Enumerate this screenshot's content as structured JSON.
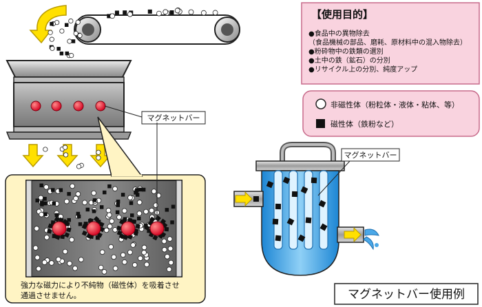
{
  "purpose_box": {
    "title": "【使用目的】",
    "items": [
      "●食品中の異物除去",
      "（食品機械の部品、磨耗、原材料中の混入物除去）",
      "●粉砕物中の鉄類の選別",
      "●土中の鉄（鉱石）の分別",
      "●リサイクル上の分別、純度アップ"
    ],
    "fill": "#f9d3df",
    "stroke": "#c76a8a"
  },
  "legend": {
    "non_magnetic": "非磁性体（粉粒体・液体・粘体、等）",
    "magnetic": "磁性体（鉄粉など）",
    "fill": "#f9d3df"
  },
  "labels": {
    "magnet_bar_top": "マグネットバー",
    "magnet_bar_tank": "マグネットバー",
    "caption": "強力な磁力により不純物（磁性体）を吸着させ\n通過させません。",
    "title": "マグネットバー使用例"
  },
  "colors": {
    "arrow": "#ffe000",
    "arrow_stroke": "#b89a00",
    "hopper": "#a8a8a8",
    "magnet_red": "#e8002a",
    "callout_fill": "#fff4c4",
    "tank_blue": "#3aa6e6",
    "tank_light": "#a6d8f7"
  }
}
